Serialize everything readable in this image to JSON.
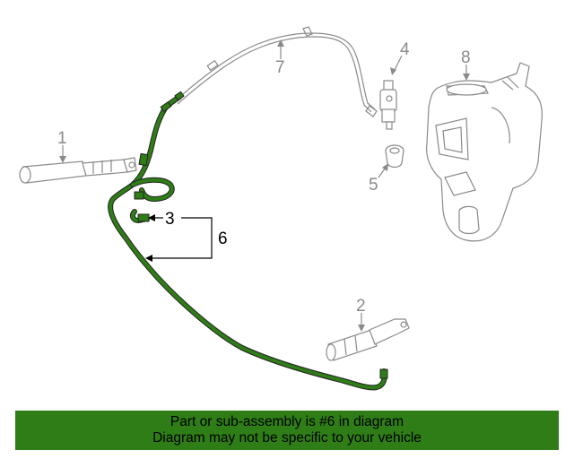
{
  "callouts": {
    "c1": "1",
    "c2": "2",
    "c3": "3",
    "c4": "4",
    "c5": "5",
    "c6": "6",
    "c7": "7",
    "c8": "8"
  },
  "banner": {
    "line1": "Part or sub-assembly is #6 in diagram",
    "line2": "Diagram may not be specific to your vehicle"
  },
  "colors": {
    "highlight_hose": "#2f7d17",
    "banner_background": "#2f7d17",
    "part_outline": "#8a8a8a"
  }
}
